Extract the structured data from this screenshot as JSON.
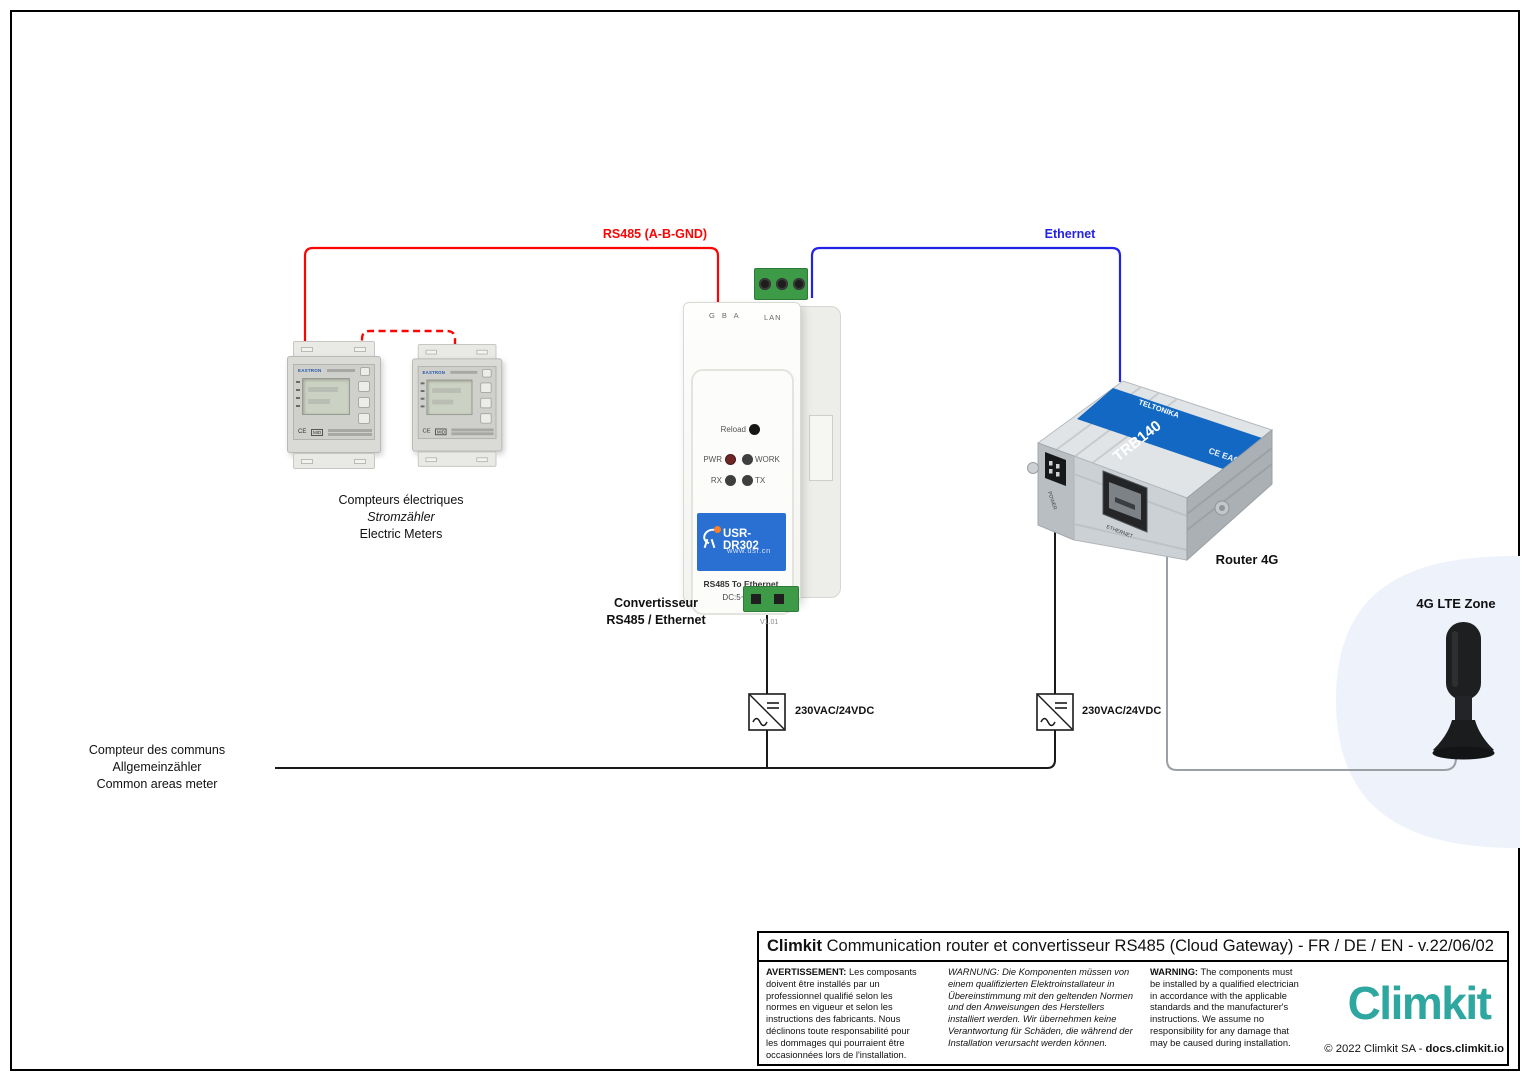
{
  "page": {
    "title_brand": "Climkit",
    "title_text": " Communication router et convertisseur RS485 (Cloud Gateway) - FR / DE / EN - v.22/06/02"
  },
  "connections": {
    "rs485": {
      "label": "RS485 (A-B-GND)",
      "color": "#fb0404"
    },
    "ethernet": {
      "label": "Ethernet",
      "color": "#2323e8"
    },
    "psu_left": {
      "label": "230VAC/24VDC"
    },
    "psu_right": {
      "label": "230VAC/24VDC"
    }
  },
  "devices": {
    "meters": {
      "brand": "EASTRON",
      "ce_mark": "CE",
      "mid_mark": "MID",
      "caption": {
        "fr": "Compteurs électriques",
        "de": "Stromzähler",
        "en": "Electric Meters"
      }
    },
    "common_meter_note": {
      "fr": "Compteur des communs",
      "de": "Allgemeinzähler",
      "en": "Common areas meter"
    },
    "converter": {
      "port_gba": "G B A",
      "port_lan": "LAN",
      "reload": "Reload",
      "led_pwr": "PWR",
      "led_work": "WORK",
      "led_rx": "RX",
      "led_tx": "TX",
      "model": "USR-DR302",
      "site": "www.usr.cn",
      "descr": "RS485 To Ethernet",
      "power_range": "DC:5~36V",
      "version": "V1.01",
      "caption_line1": "Convertisseur",
      "caption_line2": "RS485 / Ethernet"
    },
    "router": {
      "brand": "TELTONIKA",
      "model": "TRB140",
      "marks": "CE EAC",
      "port_power": "POWER",
      "port_ethernet": "ETHERNET",
      "caption": "Router 4G",
      "stripe_color": "#1268c3"
    },
    "antenna": {
      "zone_label": "4G LTE Zone",
      "zone_color": "#edf2fb"
    }
  },
  "footer": {
    "warning_fr": {
      "lead": "AVERTISSEMENT:",
      "body": " Les composants doivent être installés par un professionnel qualifié selon les normes en vigueur et selon les instructions des fabricants. Nous déclinons toute responsabilité pour les dommages qui pourraient être occasionnées lors de l'installation."
    },
    "warning_de": {
      "lead": "WARNUNG:",
      "body": " Die Komponenten müssen von einem qualifizierten Elektroinstallateur in Übereinstimmung mit den geltenden Normen und den Anweisungen des Herstellers installiert werden. Wir übernehmen keine Verantwortung für Schäden, die während der Installation verursacht werden können."
    },
    "warning_en": {
      "lead": "WARNING:",
      "body": " The components must be installed by a qualified electrician in accordance with the applicable standards and the manufacturer's instructions. We assume no responsibility for any damage that may be caused during installation."
    },
    "logo": "Climkit",
    "copyright_prefix": "© 2022 Climkit SA - ",
    "copyright_site": "docs.climkit.io",
    "brand_color": "#2fa7a1"
  }
}
